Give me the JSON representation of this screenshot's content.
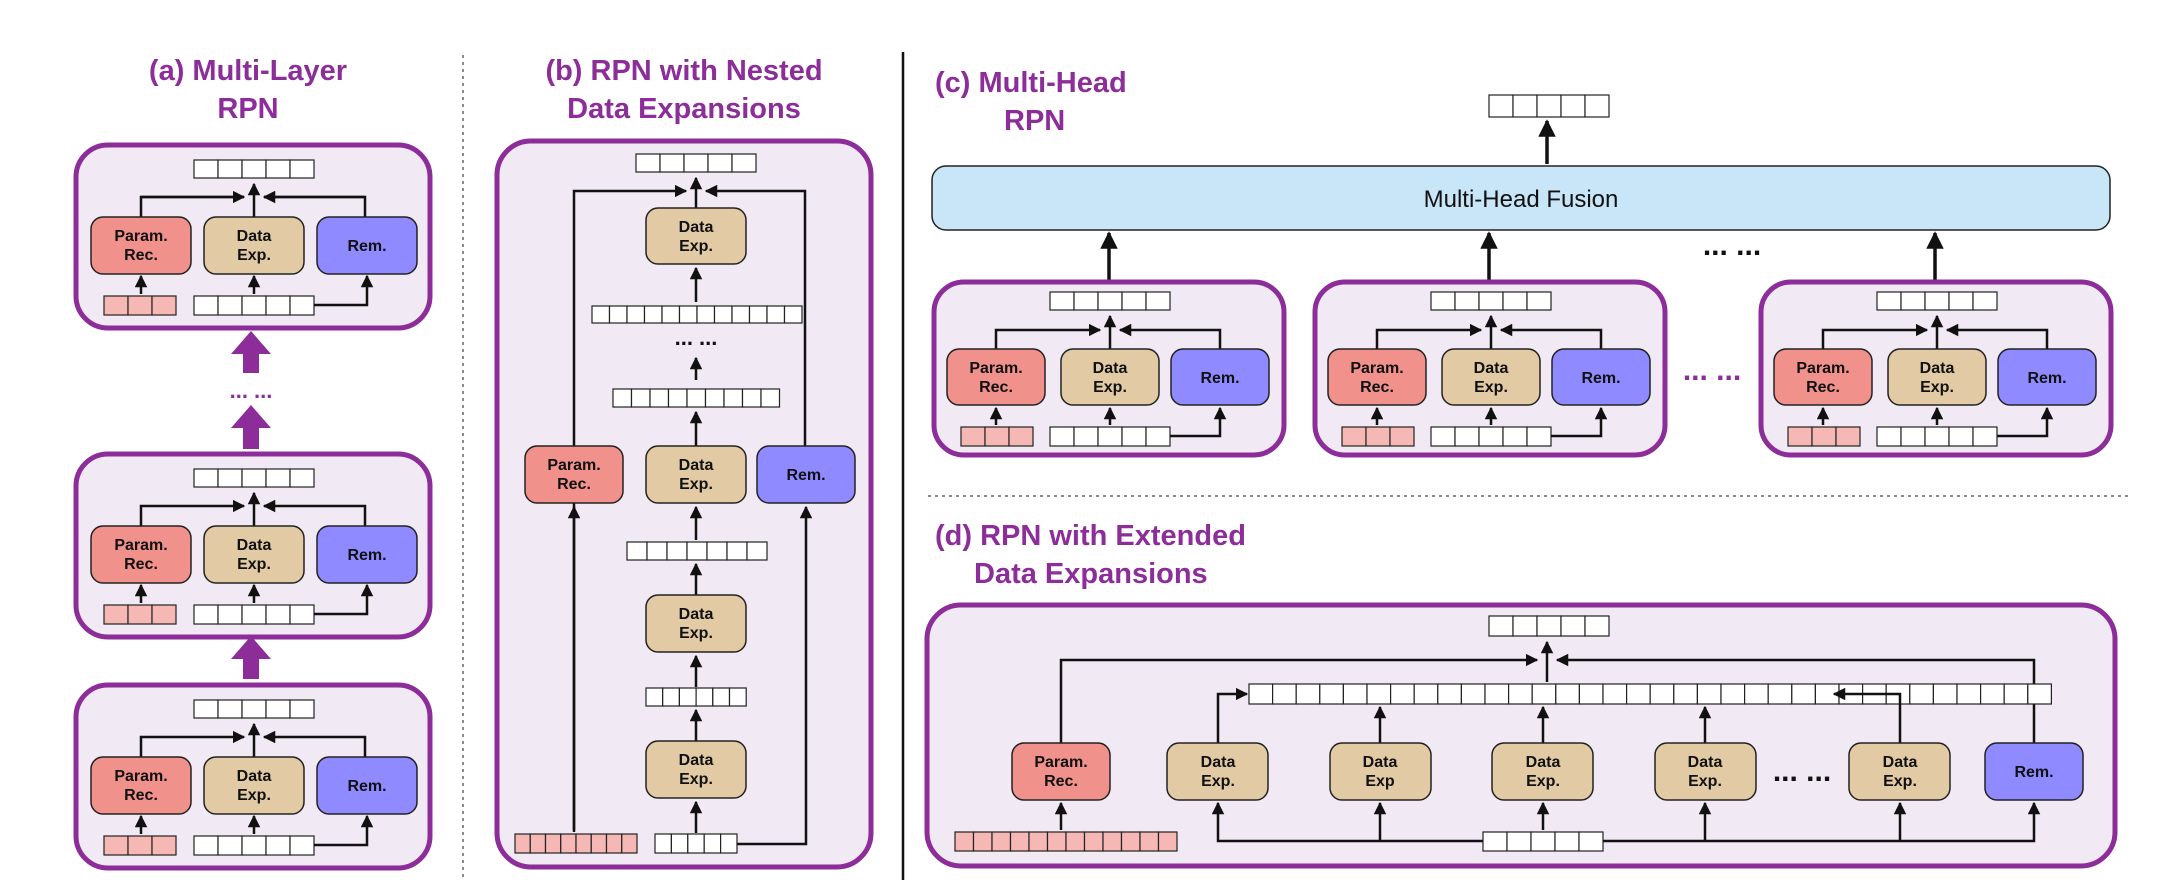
{
  "titles": {
    "a_line1": "(a) Multi-Layer",
    "a_line2": "RPN",
    "b_line1": "(b) RPN with Nested",
    "b_line2": "Data Expansions",
    "c_line1": "(c) Multi-Head",
    "c_line2": "RPN",
    "d_line1": "(d) RPN with Extended",
    "d_line2": "Data Expansions"
  },
  "labels": {
    "param_1": "Param.",
    "param_2": "Rec.",
    "data_1": "Data",
    "data_2": "Exp.",
    "data_exp_no_dot": "Exp",
    "rem": "Rem.",
    "fusion": "Multi-Head Fusion",
    "dots": "... ...",
    "dots_small": "... ..."
  },
  "colors": {
    "accent_purple": "#8c2d9a",
    "container_fill": "#f1e9f3",
    "param_rec": "#f0918c",
    "data_exp": "#e2caa5",
    "remainder": "#8f8aff",
    "fusion": "#c8e6f7"
  }
}
